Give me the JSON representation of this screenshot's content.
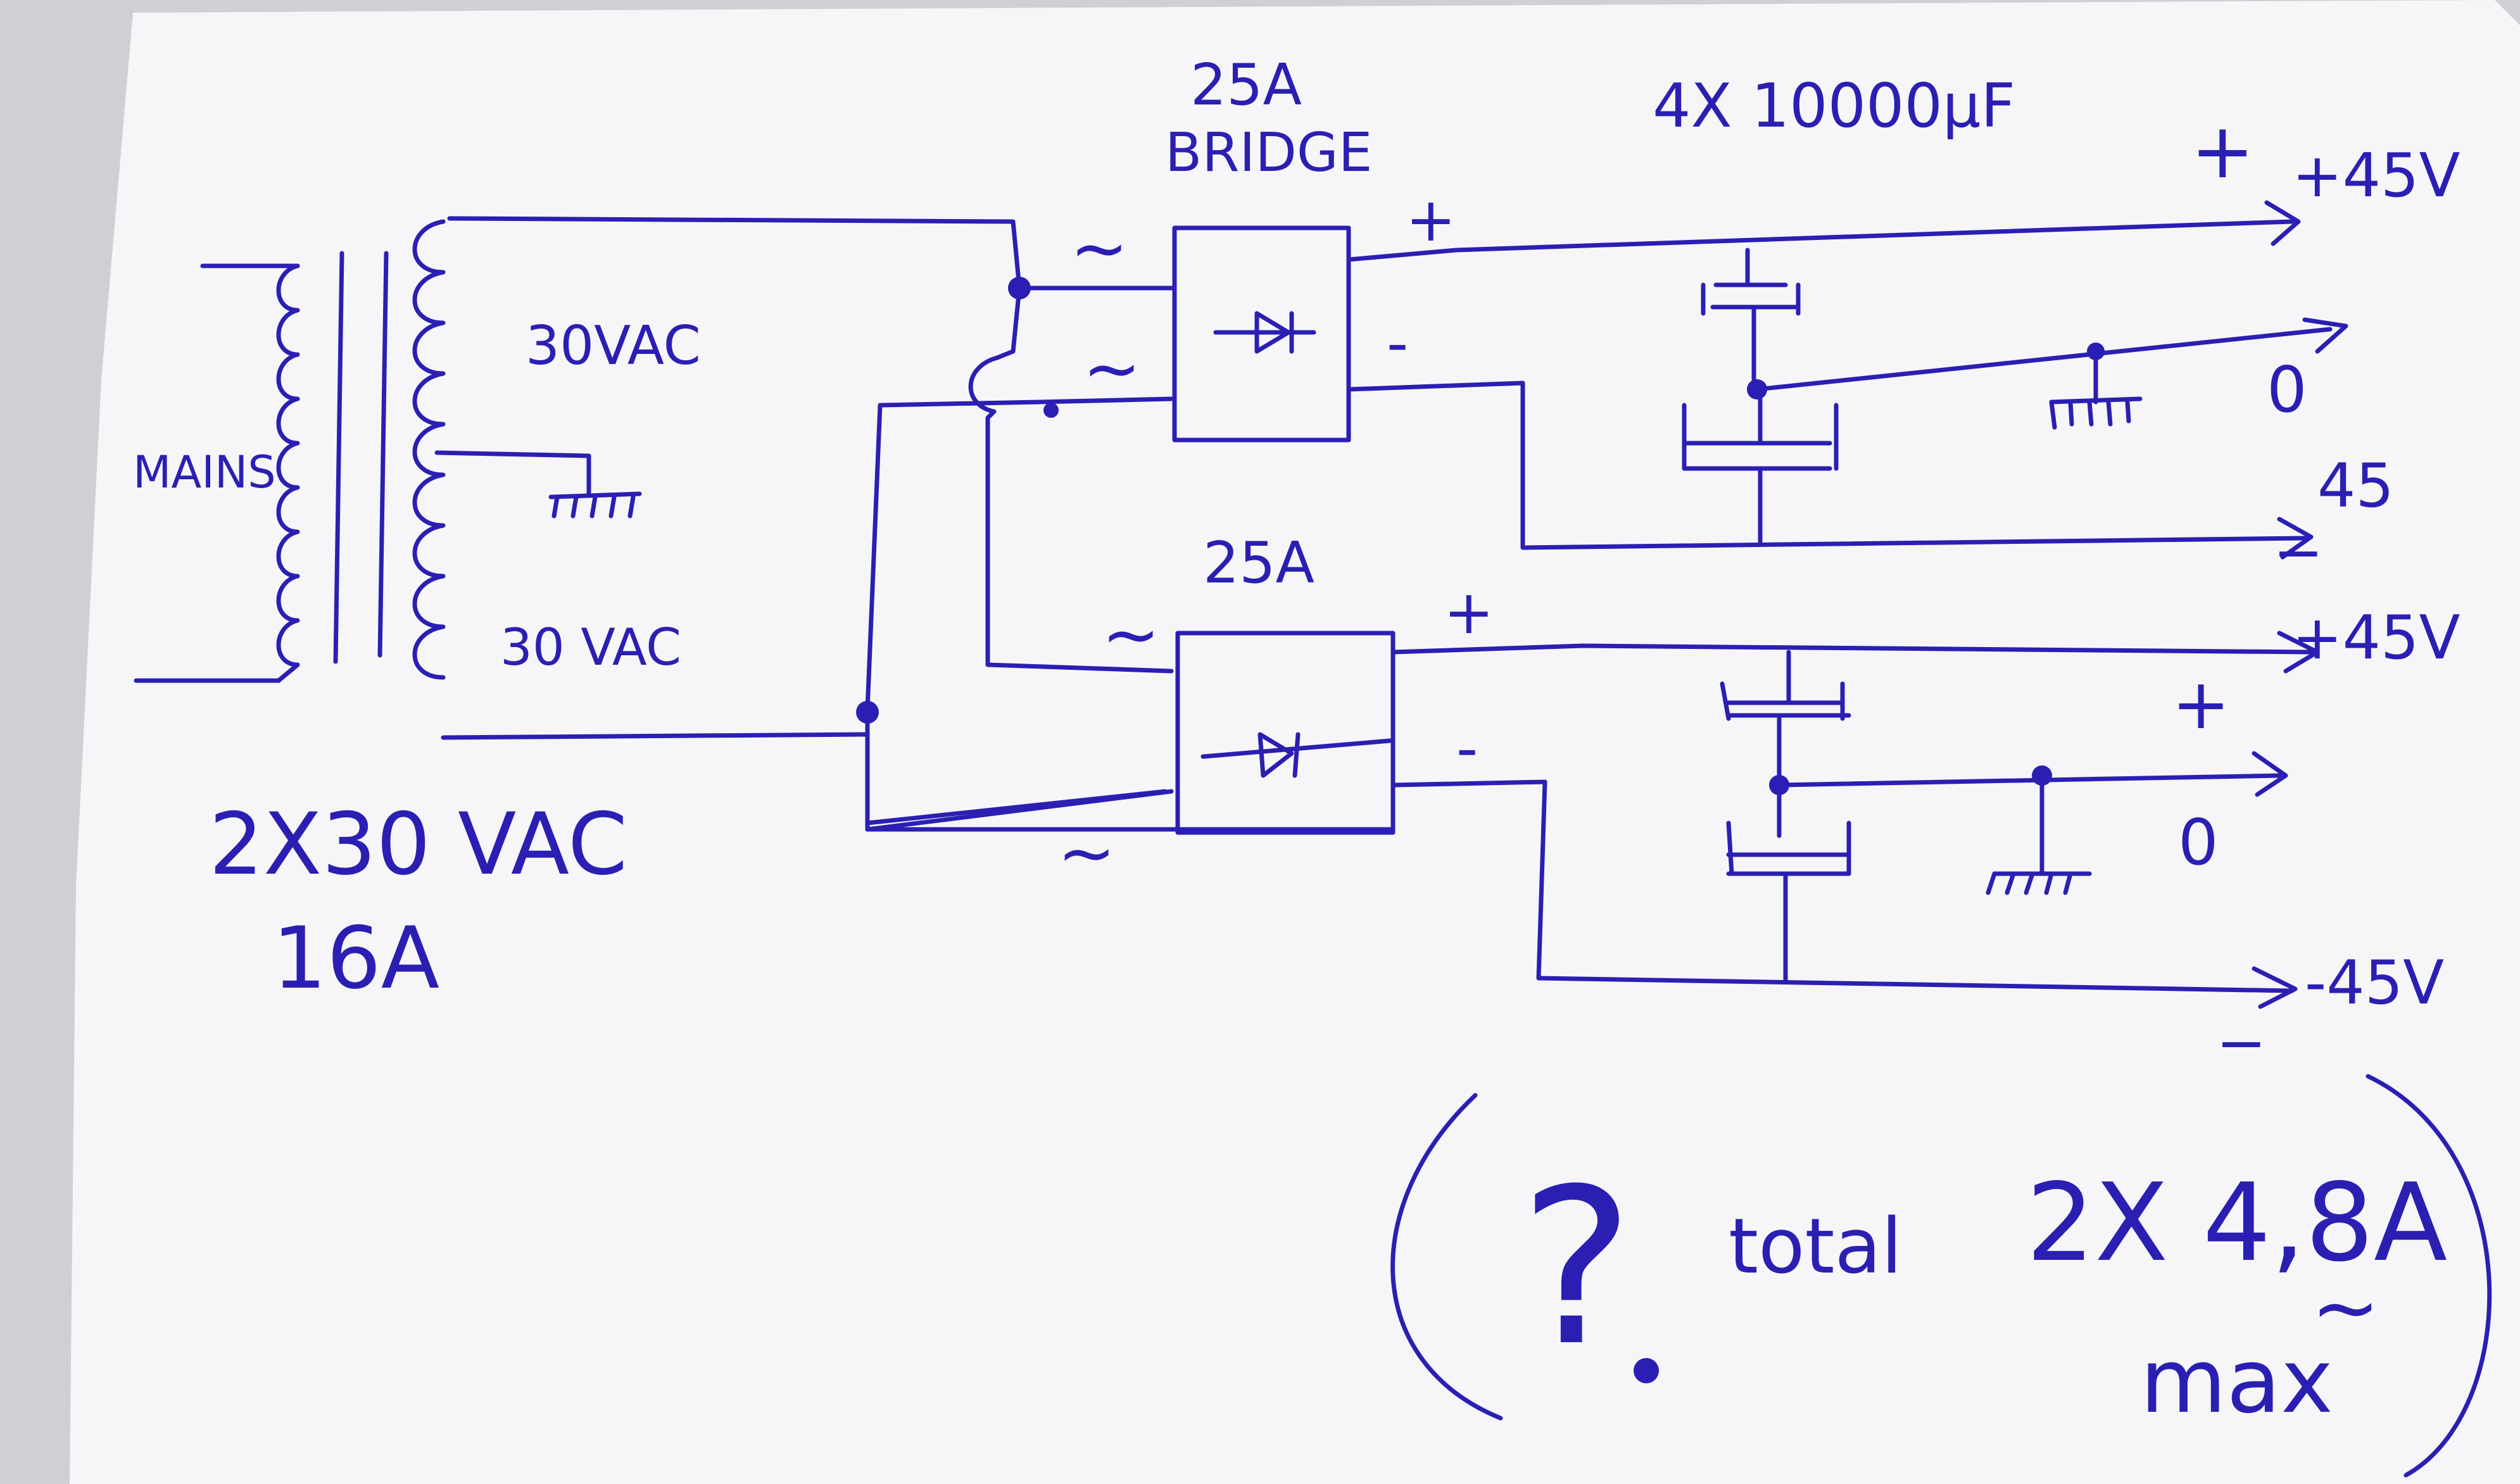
{
  "ink": "#2b1fb3",
  "paper": "#f6f6f8",
  "background": "#cfd0d4",
  "labels": {
    "mains": "MAINS",
    "sec_upper": "30VAC",
    "sec_lower": "30 VAC",
    "bridge1_rating": "25A",
    "bridge1_name": "BRIDGE",
    "bridge2_rating": "25A",
    "caps": "4X 10000µF",
    "transformer_rating_line1": "2X30 VAC",
    "transformer_rating_line2": "16A",
    "ac1_top": "~",
    "ac1_bottom": "~",
    "ac2_top": "~",
    "ac2_bottom": "~",
    "br1_plus": "+",
    "br1_minus": "-",
    "br2_plus": "+",
    "br2_minus": "-",
    "out1_pos_sign": "+",
    "out1_pos": "+45V",
    "out1_zero": "0",
    "out1_neg": "45",
    "out1_neg_sign": "−",
    "out2_pos": "+45V",
    "out2_zero_sign": "+",
    "out2_zero": "0",
    "out2_neg": "-45V",
    "out2_neg_sign": "−",
    "question": "?",
    "total": "total",
    "current": "2X 4,8A",
    "approx": "~",
    "max": "max"
  }
}
